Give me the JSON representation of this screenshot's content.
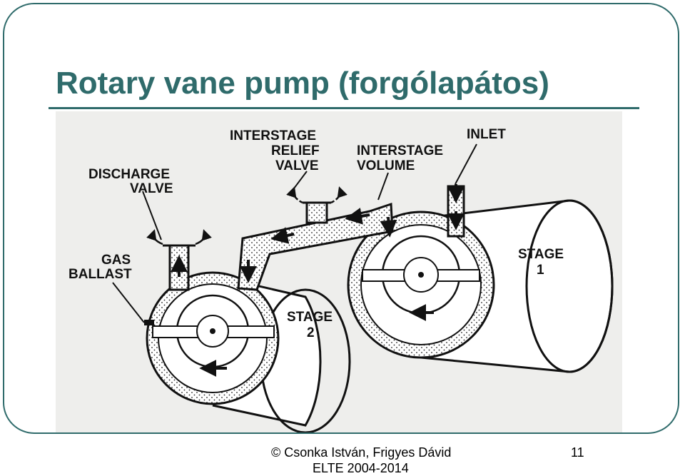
{
  "title": "Rotary vane pump (forgólapátos)",
  "diagram": {
    "labels": {
      "discharge_valve": [
        "DISCHARGE",
        "VALVE"
      ],
      "interstage_relief_valve": [
        "INTERSTAGE",
        "RELIEF",
        "VALVE"
      ],
      "interstage_volume": [
        "INTERSTAGE",
        "VOLUME"
      ],
      "inlet": "INLET",
      "gas_ballast": [
        "GAS",
        "BALLAST"
      ],
      "stage_1": [
        "STAGE",
        "1"
      ],
      "stage_2": [
        "STAGE",
        "2"
      ]
    },
    "colors": {
      "line": "#111111",
      "scan_background": "#eeeeec",
      "stipple": "#222222"
    }
  },
  "footer": {
    "credit_line1": "© Csonka István, Frigyes Dávid",
    "credit_line2": "ELTE 2004-2014",
    "page_number": "11"
  },
  "theme": {
    "accent": "#2f6b6b"
  }
}
